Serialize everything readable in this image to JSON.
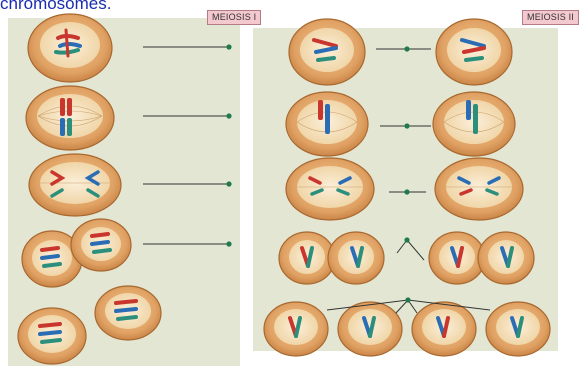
{
  "heading": "chromosomes.",
  "labels": {
    "meiosis1": "MEIOSIS I",
    "meiosis2": "MEIOSIS II"
  },
  "colors": {
    "background": "#ffffff",
    "panel": "#e3e6d3",
    "heading_text": "#1a2db0",
    "label_fill": "#f4c8cf",
    "cell_outer": "#d99a58",
    "cell_inner": "#f6e2bf",
    "chromosome_red": "#c8362e",
    "chromosome_blue": "#2a6db5",
    "chromosome_teal": "#2c8f7c",
    "pointer_dot": "#1f7a4c"
  },
  "icons": {
    "cell": "meiosis-cell-drawing",
    "pointer": "leader-line-with-dot"
  }
}
